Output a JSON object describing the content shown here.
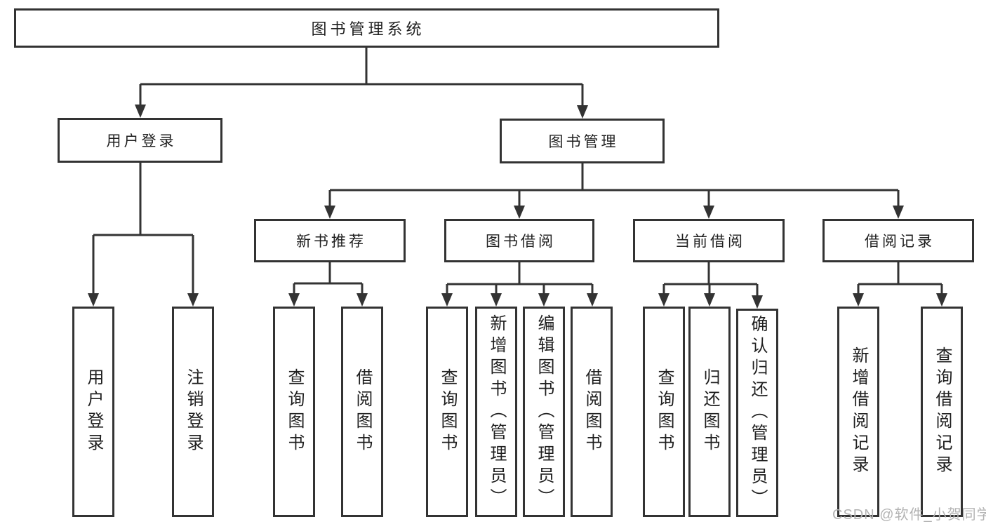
{
  "diagram_title": "图书管理系统",
  "tree": {
    "label": "图书管理系统",
    "children": [
      {
        "label": "用户登录",
        "children": [
          {
            "label": "用户登录"
          },
          {
            "label": "注销登录"
          }
        ]
      },
      {
        "label": "图书管理",
        "children": [
          {
            "label": "新书推荐",
            "children": [
              {
                "label": "查询图书"
              },
              {
                "label": "借阅图书"
              }
            ]
          },
          {
            "label": "图书借阅",
            "children": [
              {
                "label": "查询图书"
              },
              {
                "label": "新增图书（管理员）"
              },
              {
                "label": "编辑图书（管理员）"
              },
              {
                "label": "借阅图书"
              }
            ]
          },
          {
            "label": "当前借阅",
            "children": [
              {
                "label": "查询图书"
              },
              {
                "label": "归还图书"
              },
              {
                "label": "确认归还（管理员）"
              }
            ]
          },
          {
            "label": "借阅记录",
            "children": [
              {
                "label": "新增借阅记录"
              },
              {
                "label": "查询借阅记录"
              }
            ]
          }
        ]
      }
    ]
  },
  "watermark": "CSDN @软件_小贺同学",
  "colors": {
    "line": "#333333",
    "text": "#1f1f1f",
    "watermark": "#b3b3b3",
    "background": "#ffffff"
  }
}
